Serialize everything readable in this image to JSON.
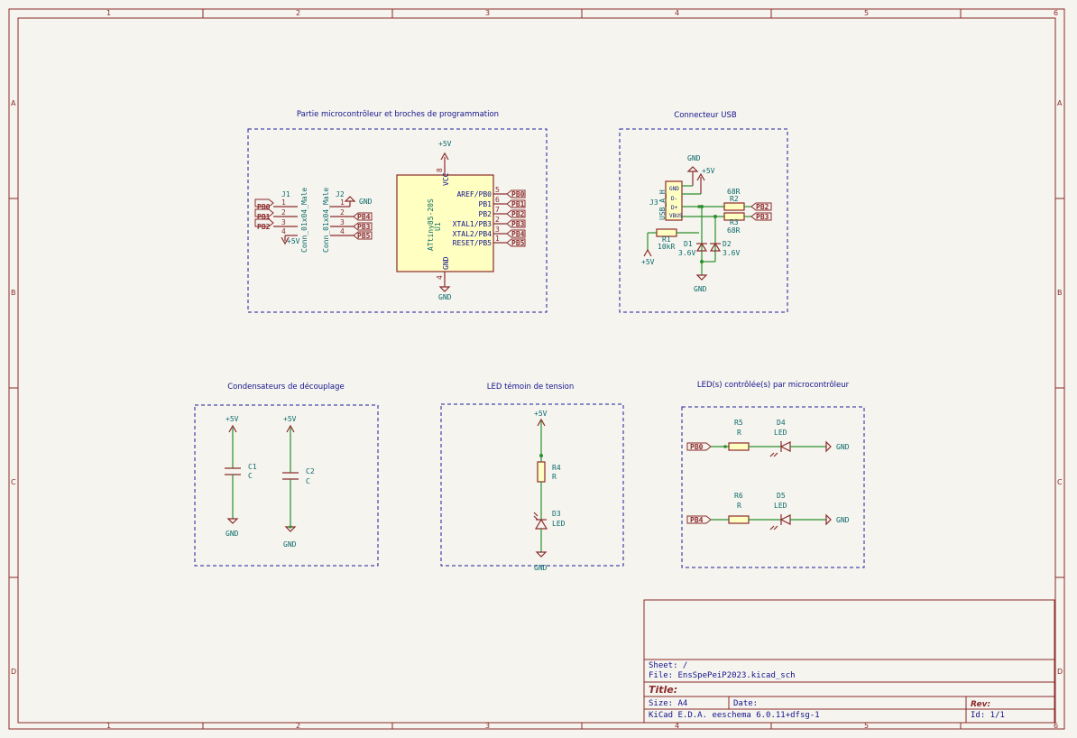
{
  "frame": {
    "cols": [
      "1",
      "2",
      "3",
      "4",
      "5",
      "6"
    ],
    "rows": [
      "A",
      "B",
      "C",
      "D"
    ]
  },
  "sections": {
    "mcu": "Partie microcontrôleur et broches de programmation",
    "usb": "Connecteur USB",
    "decoupling": "Condensateurs de découplage",
    "power_led": "LED témoin de tension",
    "mcu_leds": "LED(s) contrôlée(s) par microcontrôleur"
  },
  "mcu": {
    "chip_ref": "U1",
    "chip_value": "ATtiny85-20S",
    "vcc_label": "+5V",
    "gnd_label": "GND",
    "vcc_pin_name": "VCC",
    "gnd_pin_name": "GND",
    "vcc_pin_num": "8",
    "gnd_pin_num": "4",
    "pins": [
      {
        "num": "5",
        "name": "AREF/PB0",
        "net": "PB0"
      },
      {
        "num": "6",
        "name": "PB1",
        "net": "PB1"
      },
      {
        "num": "7",
        "name": "PB2",
        "net": "PB2"
      },
      {
        "num": "2",
        "name": "XTAL1/PB3",
        "net": "PB3"
      },
      {
        "num": "3",
        "name": "XTAL2/PB4",
        "net": "PB4"
      },
      {
        "num": "1",
        "name": "RESET/PB5",
        "net": "PB5"
      }
    ],
    "j1": {
      "ref": "J1",
      "value": "Conn_01x04_Male",
      "pins": [
        "1",
        "2",
        "3",
        "4"
      ],
      "nets": [
        "PB0",
        "PB1",
        "PB2"
      ],
      "power": "+5V"
    },
    "j2": {
      "ref": "J2",
      "value": "Conn_01x04_Male",
      "pins": [
        "1",
        "2",
        "3",
        "4"
      ],
      "nets": [
        "PB4",
        "PB3",
        "PB5"
      ],
      "power": "GND"
    }
  },
  "usb": {
    "gnd": "GND",
    "vcc": "+5V",
    "j3_ref": "J3",
    "j3_value": "USB_A_H",
    "j3_pins": [
      "GND",
      "D-",
      "D+",
      "VBUS"
    ],
    "r2": {
      "ref": "R2",
      "value": "68R"
    },
    "r3": {
      "ref": "R3",
      "value": "68R"
    },
    "r1": {
      "ref": "R1",
      "value": "10kR"
    },
    "d1": {
      "ref": "D1",
      "value": "3.6V"
    },
    "d2": {
      "ref": "D2",
      "value": "3.6V"
    },
    "net_pb2": "PB2",
    "net_pb3": "PB3",
    "vcc_bottom": "+5V",
    "gnd_bottom": "GND"
  },
  "decoupling": {
    "c1": {
      "ref": "C1",
      "value": "C"
    },
    "c2": {
      "ref": "C2",
      "value": "C"
    },
    "vcc": "+5V",
    "gnd": "GND"
  },
  "power_led": {
    "vcc": "+5V",
    "r4": {
      "ref": "R4",
      "value": "R"
    },
    "d3": {
      "ref": "D3",
      "value": "LED"
    },
    "gnd": "GND"
  },
  "mcu_leds": {
    "row1": {
      "net": "PB0",
      "r": {
        "ref": "R5",
        "value": "R"
      },
      "d": {
        "ref": "D4",
        "value": "LED"
      },
      "gnd": "GND"
    },
    "row2": {
      "net": "PB4",
      "r": {
        "ref": "R6",
        "value": "R"
      },
      "d": {
        "ref": "D5",
        "value": "LED"
      },
      "gnd": "GND"
    }
  },
  "title_block": {
    "sheet": "Sheet: /",
    "file": "File: EnsSpePeiP2023.kicad_sch",
    "title": "Title:",
    "size": "Size: A4",
    "date": "Date:",
    "rev": "Rev:",
    "tool": "KiCad E.D.A.  eeschema 6.0.11+dfsg-1",
    "id": "Id: 1/1"
  }
}
